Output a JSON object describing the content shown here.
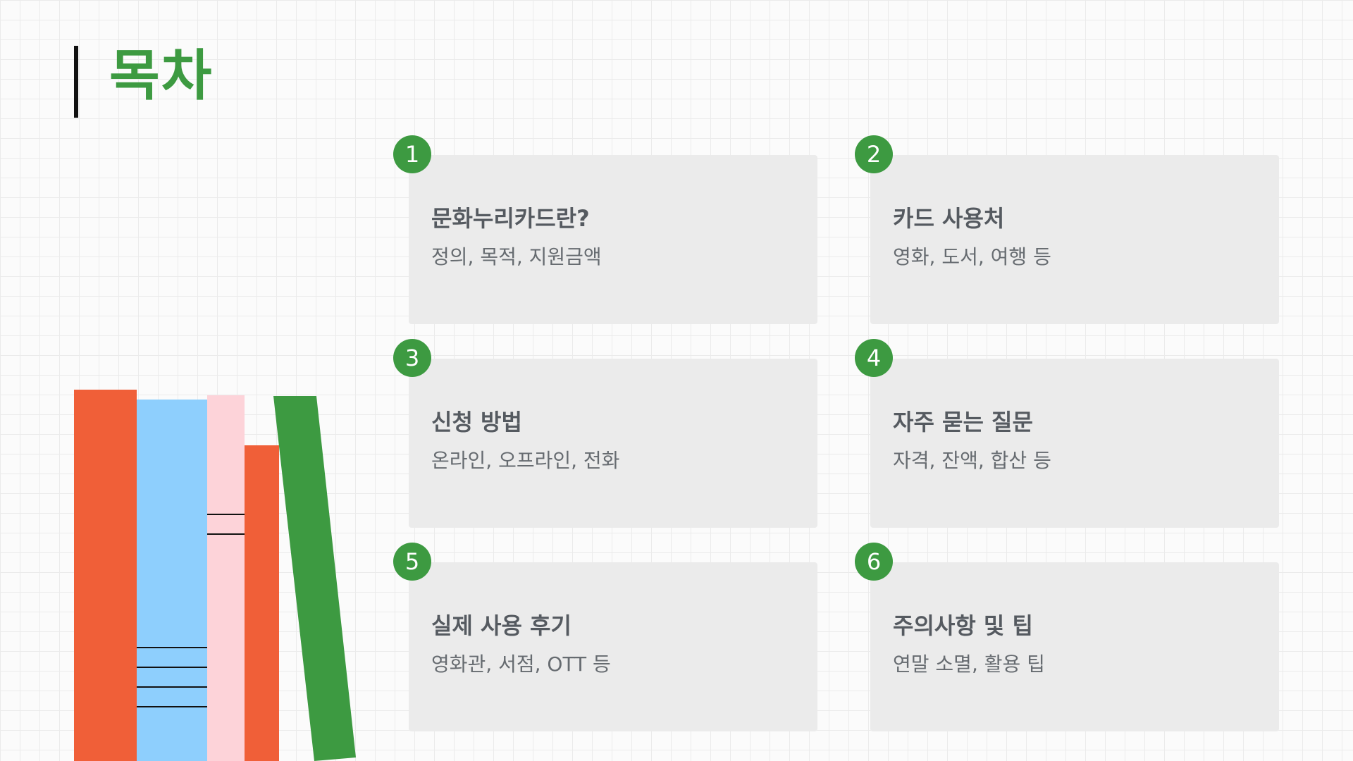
{
  "title": "목차",
  "items": [
    {
      "number": "1",
      "heading": "문화누리카드란?",
      "subtitle": "정의, 목적, 지원금액"
    },
    {
      "number": "2",
      "heading": "카드 사용처",
      "subtitle": "영화, 도서, 여행 등"
    },
    {
      "number": "3",
      "heading": "신청 방법",
      "subtitle": "온라인, 오프라인, 전화"
    },
    {
      "number": "4",
      "heading": "자주 묻는 질문",
      "subtitle": "자격, 잔액, 합산 등"
    },
    {
      "number": "5",
      "heading": "실제 사용 후기",
      "subtitle": "영화관, 서점, OTT 등"
    },
    {
      "number": "6",
      "heading": "주의사항 및 팁",
      "subtitle": "연말 소멸, 활용 팁"
    }
  ],
  "colors": {
    "accent": "#3d9a41",
    "card": "#ebebeb",
    "book_orange": "#f05f38",
    "book_blue": "#8ecffd",
    "book_pink": "#fdd3d9",
    "book_green": "#3d9a41"
  }
}
